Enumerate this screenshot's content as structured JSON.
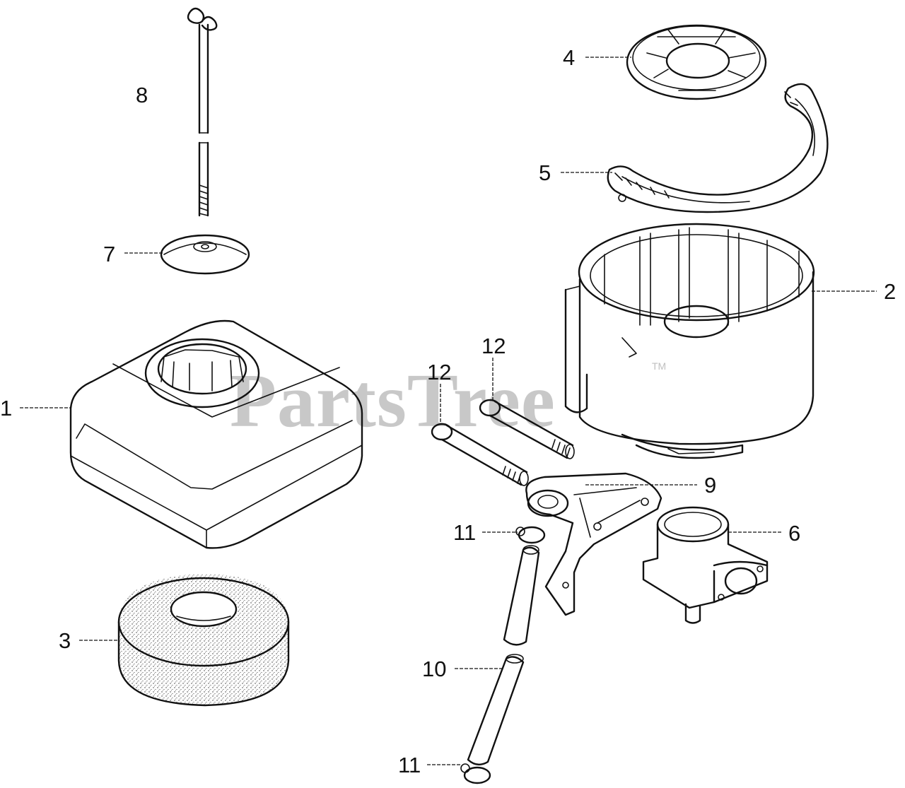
{
  "watermark": {
    "text": "PartsTree",
    "trademark": "TM"
  },
  "callouts": [
    {
      "id": "1",
      "label": "1"
    },
    {
      "id": "2",
      "label": "2"
    },
    {
      "id": "3",
      "label": "3"
    },
    {
      "id": "4",
      "label": "4"
    },
    {
      "id": "5",
      "label": "5"
    },
    {
      "id": "6",
      "label": "6"
    },
    {
      "id": "7",
      "label": "7"
    },
    {
      "id": "8",
      "label": "8"
    },
    {
      "id": "9",
      "label": "9"
    },
    {
      "id": "10",
      "label": "10"
    },
    {
      "id": "11a",
      "label": "11"
    },
    {
      "id": "11b",
      "label": "11"
    },
    {
      "id": "12a",
      "label": "12"
    },
    {
      "id": "12b",
      "label": "12"
    }
  ]
}
